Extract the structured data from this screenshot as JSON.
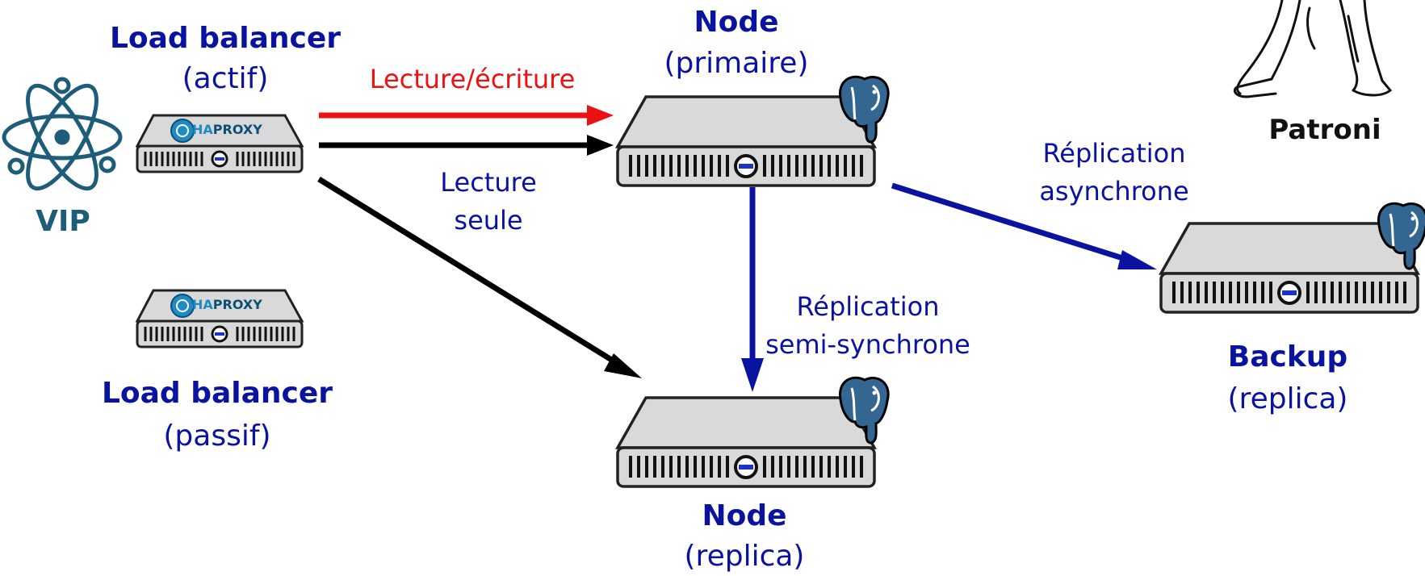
{
  "colors": {
    "node_blue": "#0a12a0",
    "vip_teal": "#1e5d79",
    "write_red": "#ee1111",
    "arrow_black": "#000000",
    "server_body": "#d9d9d9",
    "server_edge": "#222222",
    "haproxy_blue": "#1e8bc3",
    "postgres_blue": "#336791"
  },
  "vip": {
    "label": "VIP",
    "icon": "atom-electron-icon"
  },
  "load_balancer_active": {
    "title": "Load balancer",
    "state": "(actif)",
    "logo_text_ha": "HA",
    "logo_text_proxy": "PROXY"
  },
  "load_balancer_passive": {
    "title": "Load balancer",
    "state": "(passif)",
    "logo_text_ha": "HA",
    "logo_text_proxy": "PROXY"
  },
  "node_primary": {
    "title": "Node",
    "role": "(primaire)",
    "icon": "postgresql-elephant-icon"
  },
  "node_replica": {
    "title": "Node",
    "role": "(replica)",
    "icon": "postgresql-elephant-icon"
  },
  "backup": {
    "title": "Backup",
    "role": "(replica)",
    "icon": "postgresql-elephant-icon"
  },
  "patroni": {
    "label": "Patroni",
    "icon": "patroni-figure-icon"
  },
  "edges": {
    "read_write": "Lecture/écriture",
    "read_only_line1": "Lecture",
    "read_only_line2": "seule",
    "semi_sync_line1": "Réplication",
    "semi_sync_line2": "semi-synchrone",
    "async_line1": "Réplication",
    "async_line2": "asynchrone"
  }
}
